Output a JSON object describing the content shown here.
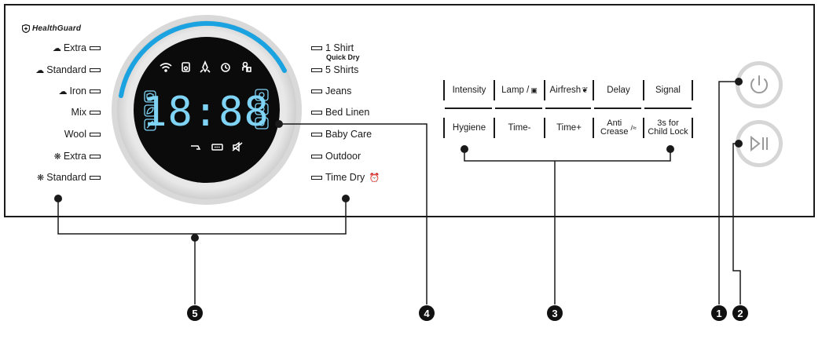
{
  "brand": {
    "name": "HealthGuard"
  },
  "left_programs": [
    {
      "label": "Extra",
      "symbol": "cotton-icon"
    },
    {
      "label": "Standard",
      "symbol": "cotton-icon"
    },
    {
      "label": "Iron",
      "symbol": "cotton-icon"
    },
    {
      "label": "Mix",
      "symbol": ""
    },
    {
      "label": "Wool",
      "symbol": ""
    },
    {
      "label": "Extra",
      "symbol": "synthetic-icon"
    },
    {
      "label": "Standard",
      "symbol": "synthetic-icon"
    }
  ],
  "right_programs": [
    {
      "label": "1 Shirt",
      "sub": "Quick Dry"
    },
    {
      "label": "5 Shirts"
    },
    {
      "label": "Jeans"
    },
    {
      "label": "Bed Linen"
    },
    {
      "label": "Baby Care"
    },
    {
      "label": "Outdoor"
    },
    {
      "label": "Time Dry",
      "icon": "alarm-clock-icon"
    }
  ],
  "display": {
    "digits": "18:88",
    "top_icons": [
      "wifi-icon",
      "drum-icon",
      "rocket-icon",
      "clock-icon",
      "child-lock-icon"
    ],
    "side_icons_left": [
      "shield-icon",
      "leaf-icon",
      "feather-icon"
    ],
    "side_icons_right": [
      "sun-icon",
      "sun-icon",
      "sun-icon"
    ],
    "bottom_icons": [
      "nozzle-icon",
      "battery-icon",
      "mute-icon"
    ],
    "ring_color": "#1aa3e0",
    "segment_color": "#7fd3f5"
  },
  "top_keys": [
    "Intensity",
    "Lamp /",
    "Airfresh",
    "Delay",
    "Signal"
  ],
  "bottom_keys": [
    {
      "line1": "Hygiene"
    },
    {
      "line1": "Time-"
    },
    {
      "line1": "Time+"
    },
    {
      "line1": "Anti",
      "line2": "Crease"
    },
    {
      "line1": "3s for",
      "line2": "Child Lock"
    }
  ],
  "callouts": [
    "1",
    "2",
    "3",
    "4",
    "5"
  ]
}
